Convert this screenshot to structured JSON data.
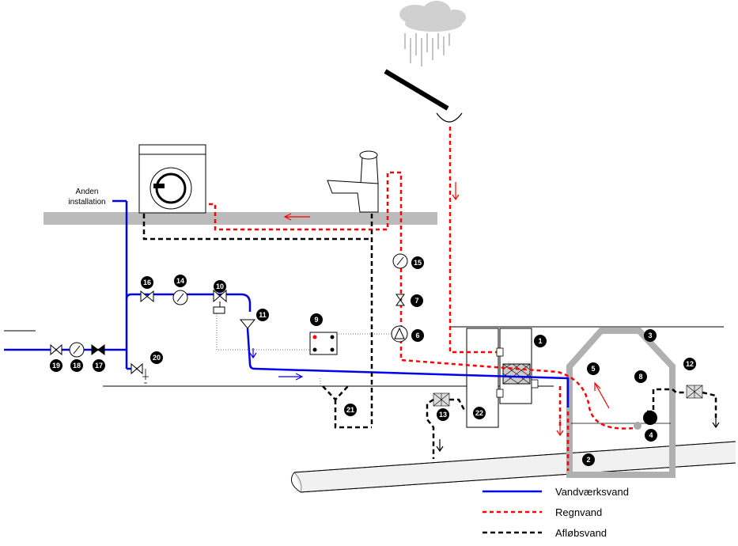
{
  "labels": {
    "other_installation_line1": "Anden",
    "other_installation_line2": "installation"
  },
  "legend": [
    {
      "label": "Vandværksvand",
      "color": "#0000ee",
      "style": "solid"
    },
    {
      "label": "Regnvand",
      "color": "#ff0000",
      "style": "dashed"
    },
    {
      "label": "Afløbsvand",
      "color": "#000000",
      "style": "dashed"
    }
  ],
  "markers": [
    "1",
    "2",
    "3",
    "4",
    "5",
    "6",
    "7",
    "8",
    "9",
    "10",
    "11",
    "12",
    "13",
    "14",
    "15",
    "16",
    "17",
    "18",
    "19",
    "20",
    "21",
    "22"
  ],
  "colors": {
    "mains_water": "#0000ee",
    "rain_water": "#ff0000",
    "waste_water": "#000000",
    "ground": "#bbbbbb",
    "tank_wall": "#b0b0b0",
    "cloud": "#d0d0d0"
  },
  "icons": [
    "cloud-icon",
    "washing-machine-icon",
    "toilet-icon",
    "pump-icon",
    "valve-icon",
    "meter-icon",
    "filter-icon"
  ]
}
